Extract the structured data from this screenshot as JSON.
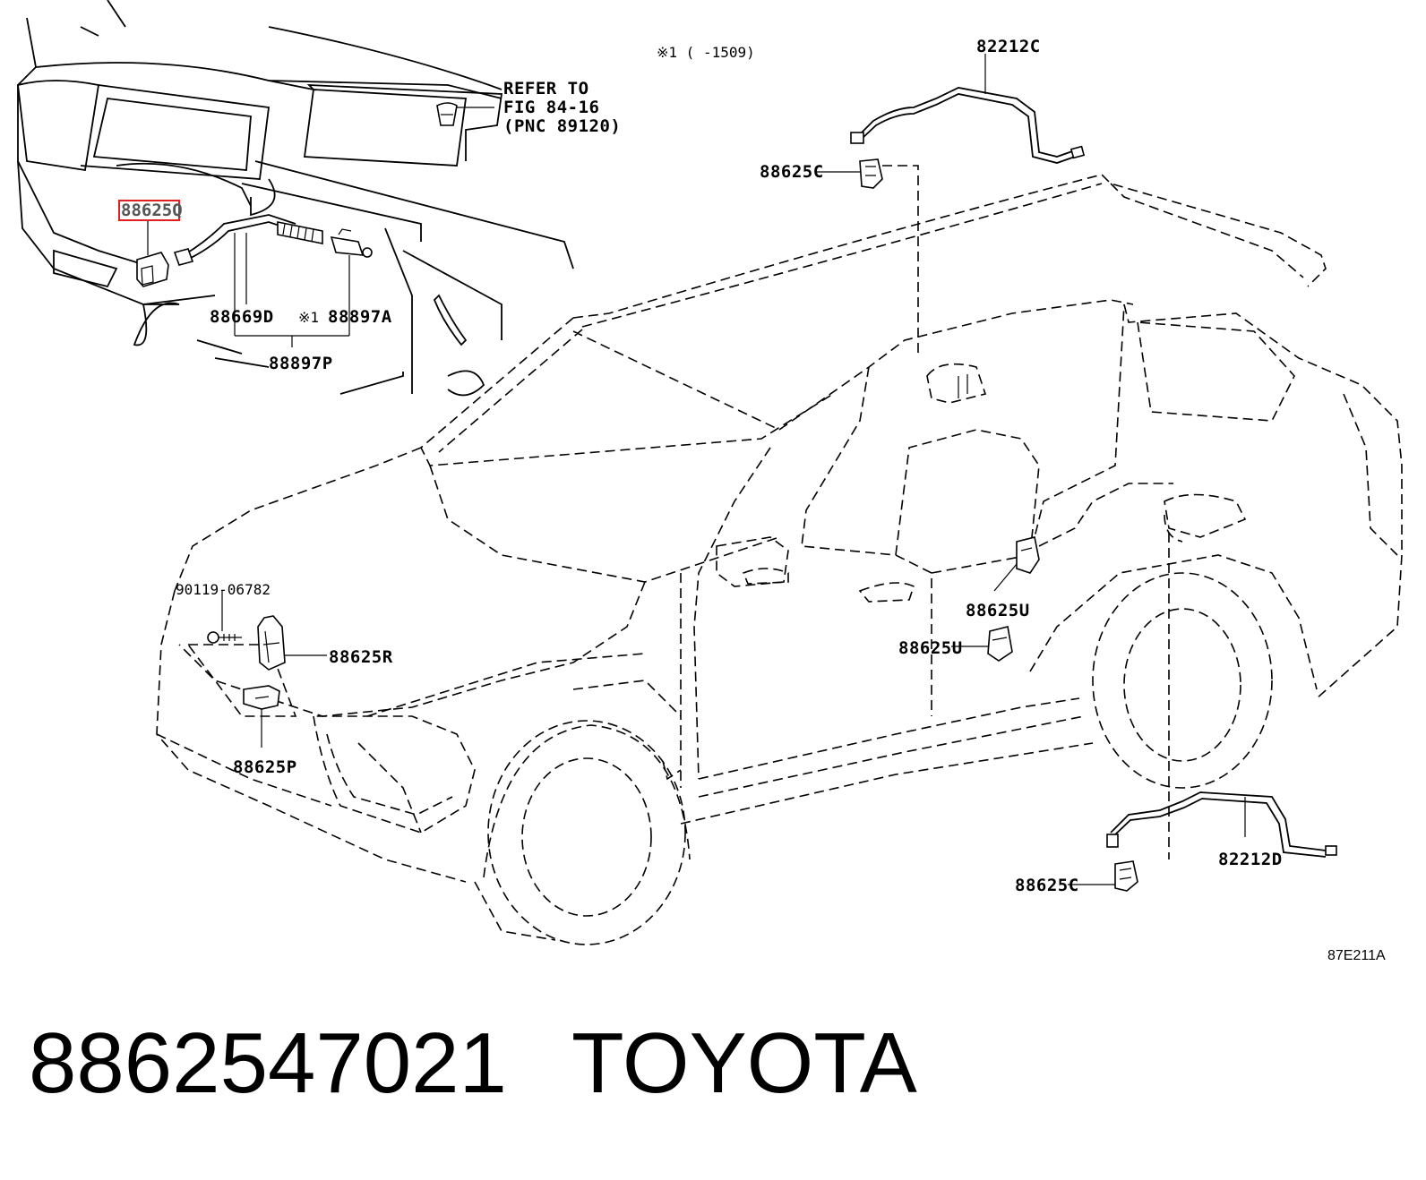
{
  "labels": {
    "note_top": "※1 (    -1509)",
    "refer_line1": "REFER TO",
    "refer_line2": "FIG 84-16",
    "refer_line3": "(PNC 89120)",
    "p82212c": "82212C",
    "p88625c_top": "88625C",
    "p88625q": "88625Q",
    "p88669d": "88669D",
    "p88897a_mark": "※1",
    "p88897a": "88897A",
    "p88897p": "88897P",
    "p90119": "90119-06782",
    "p88625r": "88625R",
    "p88625p": "88625P",
    "p88625u_1": "88625U",
    "p88625u_2": "88625U",
    "p82212d": "82212D",
    "p88625c_bottom": "88625C",
    "diagram_code": "87E211A"
  },
  "caption": {
    "part_number": "8862547021",
    "brand": "TOYOTA"
  },
  "colors": {
    "highlight": "#e02020",
    "ink": "#000000"
  }
}
